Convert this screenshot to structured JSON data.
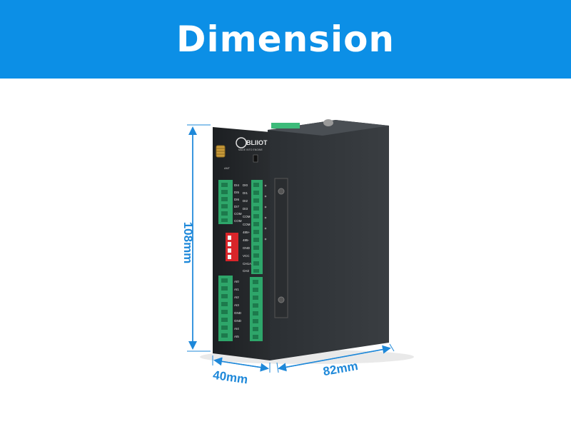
{
  "banner": {
    "title": "Dimension",
    "color": "#0c8fe6"
  },
  "device": {
    "brand": "BLIIOT",
    "tagline": "MADE INTO ENGINE",
    "antenna_label": "ANT",
    "left_terminal_labels": [
      "DI4",
      "DI5",
      "DI6",
      "DI7",
      "COM",
      "COM"
    ],
    "mid_terminal_labels": [
      "DI0",
      "DI1",
      "DI2",
      "DI3",
      "COM",
      "COM",
      "485+",
      "485-",
      "GND",
      "VCC",
      "CH1A",
      "CH2"
    ],
    "lower_terminal_labels": [
      "AI0",
      "AI1",
      "AI2",
      "AI3",
      "GND",
      "GND",
      "AI4",
      "AI5"
    ]
  },
  "dimensions": {
    "height": "108mm",
    "width": "40mm",
    "depth": "82mm",
    "line_color": "#1e88d9"
  }
}
